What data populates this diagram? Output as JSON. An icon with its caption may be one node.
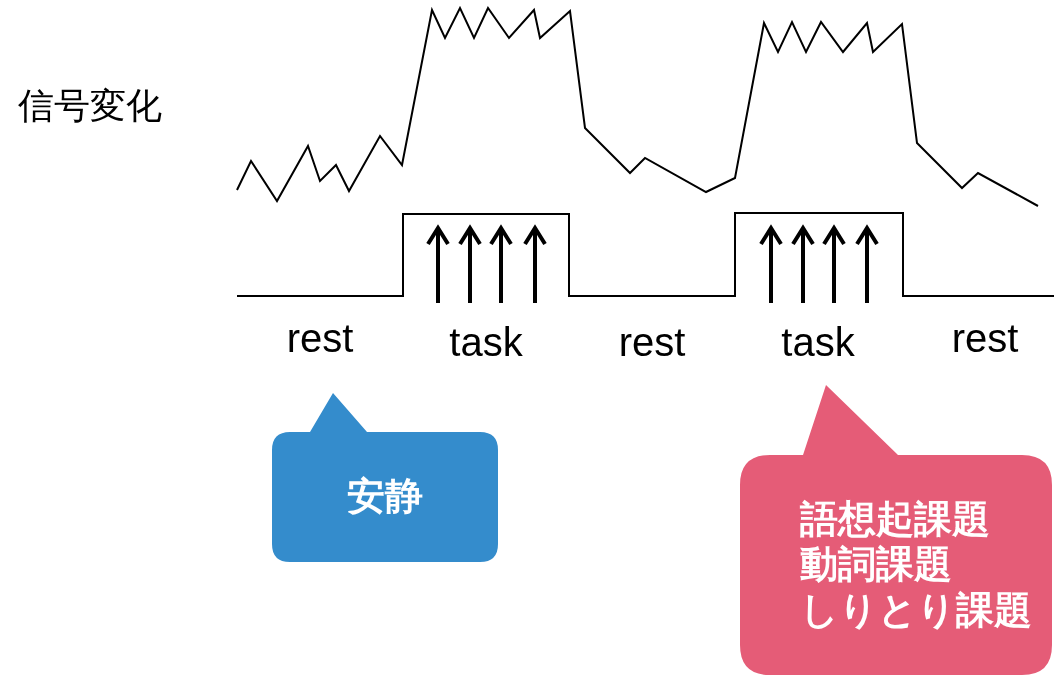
{
  "diagram": {
    "nodes": [
      {
        "text": [
          "安静"
        ]
      },
      {
        "text": [
          "語想起課題",
          "動詞課題",
          "しりとり課題"
        ]
      }
    ],
    "labels": [
      "信号変化",
      "rest",
      "task",
      "rest",
      "task",
      "rest"
    ]
  }
}
